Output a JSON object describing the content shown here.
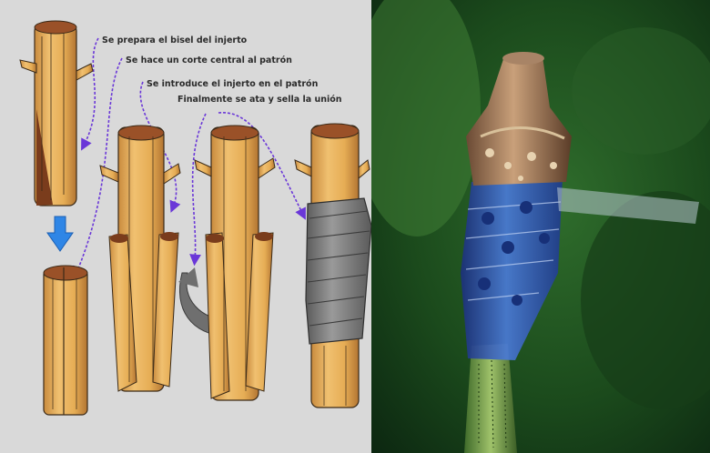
{
  "diagram": {
    "steps": [
      {
        "id": "step1",
        "caption": "Se prepara el bisel del injerto"
      },
      {
        "id": "step2",
        "caption": "Se hace un corte central al patrón"
      },
      {
        "id": "step3",
        "caption": "Se introduce el injerto en el patrón"
      },
      {
        "id": "step4",
        "caption": "Finalmente se ata y sella la unión"
      }
    ]
  },
  "colors": {
    "background_left": "#d9d9d9",
    "wood": "#e8b35c",
    "wood_shade": "#b9803a",
    "bark_cut": "#8a4a26",
    "tape": "#7d7d7d",
    "arrow_blue": "#2f86e6",
    "callout_purple": "#6a37d8",
    "photo_green_dark": "#0d2e10",
    "photo_green_mid": "#2f6d2c",
    "photo_tape_blue": "#2a4fb8"
  }
}
